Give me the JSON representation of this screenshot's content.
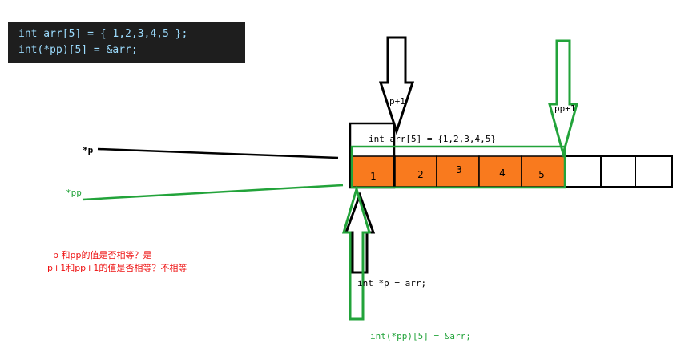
{
  "code": {
    "line1": "int arr[5] = { 1,2,3,4,5 };",
    "line2": "int(*pp)[5] = &arr;"
  },
  "labels": {
    "p_deref": "*p",
    "pp_deref": "*pp",
    "p_plus_1": "p+1",
    "pp_plus_1": "pp+1",
    "array_decl": "int arr[5] = {1,2,3,4,5}",
    "p_decl": "int *p = arr;",
    "pp_decl": "int(*pp)[5] = &arr;",
    "question1": "p 和pp的值是否相等？是",
    "question2": "p+1和pp+1的值是否相等？不相等"
  },
  "cells": [
    "1",
    "2",
    "3",
    "4",
    "5"
  ],
  "colors": {
    "cell_fill": "#f97a1e",
    "green": "#22a33a",
    "red": "#ee1111",
    "code_bg": "#1e1e1e"
  }
}
